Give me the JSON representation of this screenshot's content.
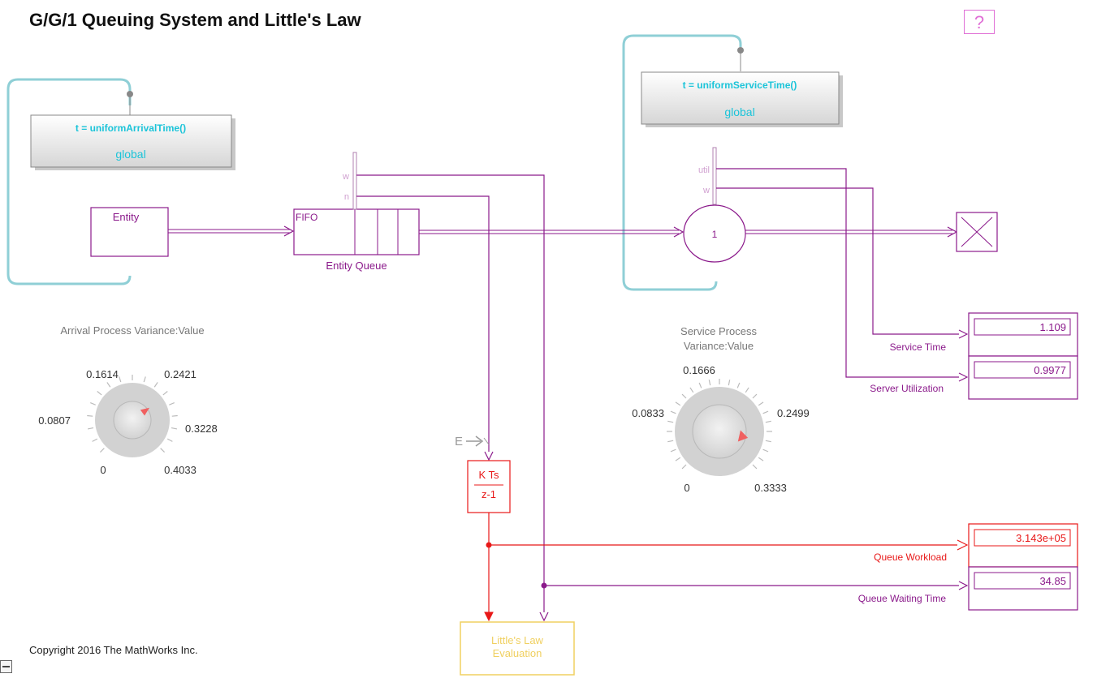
{
  "title": "G/G/1 Queuing System and Little's Law",
  "help_label": "?",
  "copyright": "Copyright 2016 The MathWorks Inc.",
  "arrival_fn": {
    "expr": "t = uniformArrivalTime()",
    "scope": "global"
  },
  "service_fn": {
    "expr": "t = uniformServiceTime()",
    "scope": "global"
  },
  "entity_generator": {
    "label": "Entity"
  },
  "queue": {
    "type_label": "FIFO",
    "name": "Entity Queue",
    "port_w": "w",
    "port_n": "n"
  },
  "server": {
    "capacity": "1",
    "port_util": "util",
    "port_w": "w"
  },
  "integrator": {
    "numerator": "K Ts",
    "denominator": "z-1",
    "enable_port": "E"
  },
  "littles_law": {
    "line1": "Little's Law",
    "line2": "Evaluation"
  },
  "arrival_knob": {
    "title": "Arrival Process Variance:Value",
    "ticks": [
      "0",
      "0.0807",
      "0.1614",
      "0.2421",
      "0.3228",
      "0.4033"
    ],
    "value_fraction": 0.7
  },
  "service_knob": {
    "title_line1": "Service Process",
    "title_line2": "Variance:Value",
    "ticks": [
      "0",
      "0.0833",
      "0.1666",
      "0.2499",
      "0.3333"
    ],
    "value_fraction": 0.88
  },
  "displays": {
    "service_time": {
      "label": "Service Time",
      "value": "1.109"
    },
    "server_utilization": {
      "label": "Server Utilization",
      "value": "0.9977"
    },
    "queue_workload": {
      "label": "Queue Workload",
      "value": "3.143e+05"
    },
    "queue_waiting_time": {
      "label": "Queue Waiting Time",
      "value": "34.85"
    }
  },
  "colors": {
    "signal": "#8b1a8b",
    "entity_line": "#8b1a8b",
    "red_signal": "#e81818",
    "loop": "#8fcfd6",
    "fn_text": "#1bc4d9",
    "little": "#f0d060",
    "knob_pointer": "#f06060"
  }
}
